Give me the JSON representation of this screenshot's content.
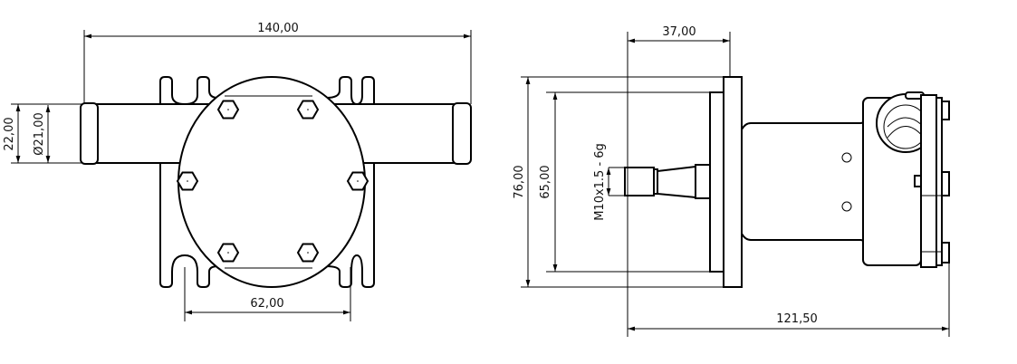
{
  "front_view": {
    "overall_length": "140,00",
    "port_outer_height": "22,00",
    "port_diameter": "Ø21,00",
    "mount_hole_spacing": "62,00"
  },
  "side_view": {
    "flange_depth": "37,00",
    "flange_height": "76,00",
    "pilot_height": "65,00",
    "shaft_thread": "M10x1.5 - 6g",
    "overall_depth": "121,50"
  },
  "colors": {
    "line": "#000000",
    "background": "#ffffff"
  }
}
